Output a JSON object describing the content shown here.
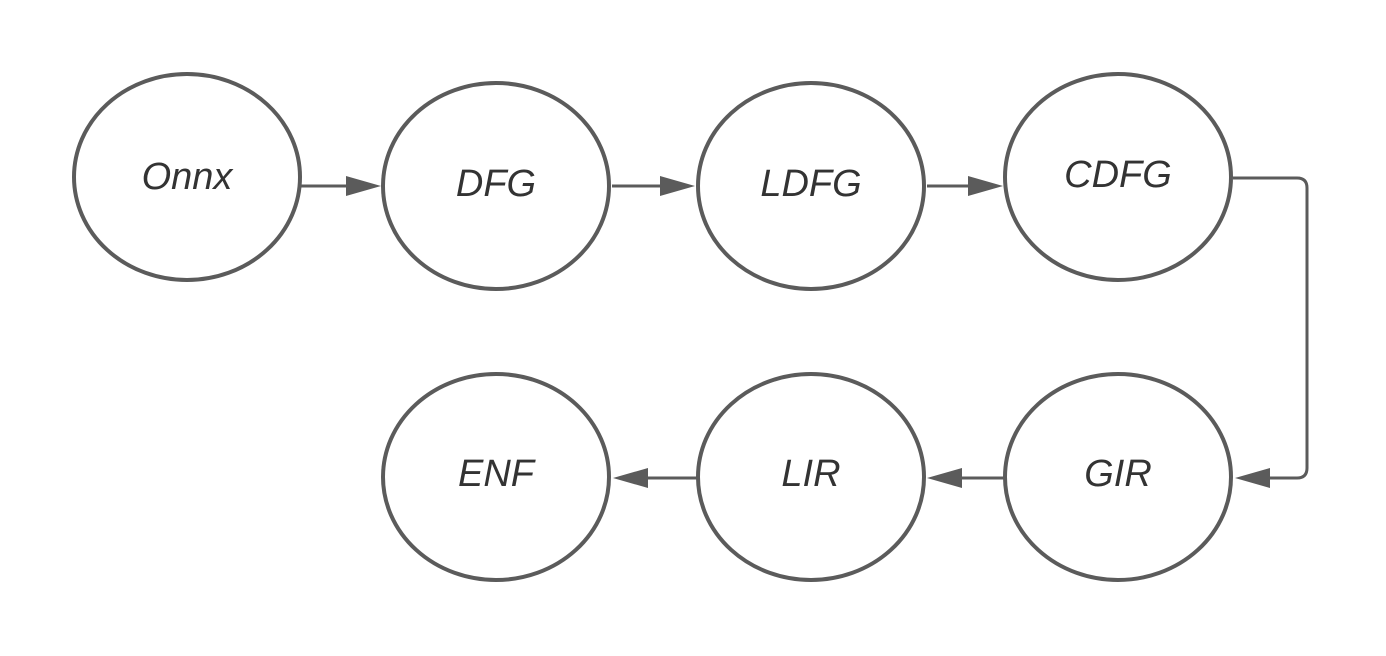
{
  "diagram": {
    "nodes": [
      {
        "id": "onnx",
        "label": "Onnx"
      },
      {
        "id": "dfg",
        "label": "DFG"
      },
      {
        "id": "ldfg",
        "label": "LDFG"
      },
      {
        "id": "cdfg",
        "label": "CDFG"
      },
      {
        "id": "gir",
        "label": "GIR"
      },
      {
        "id": "lir",
        "label": "LIR"
      },
      {
        "id": "enf",
        "label": "ENF"
      }
    ],
    "edges": [
      {
        "from": "onnx",
        "to": "dfg"
      },
      {
        "from": "dfg",
        "to": "ldfg"
      },
      {
        "from": "ldfg",
        "to": "cdfg"
      },
      {
        "from": "cdfg",
        "to": "gir"
      },
      {
        "from": "gir",
        "to": "lir"
      },
      {
        "from": "lir",
        "to": "enf"
      }
    ],
    "colors": {
      "stroke": "#5b5b5b",
      "text": "#333333",
      "background": "#ffffff"
    }
  }
}
